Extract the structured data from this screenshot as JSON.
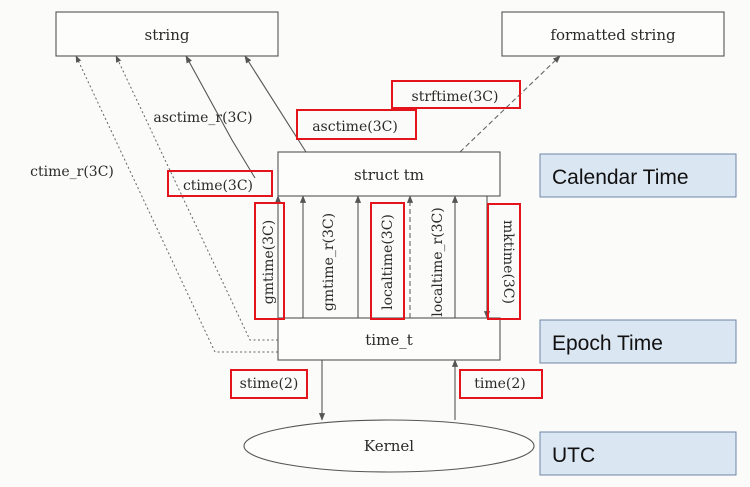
{
  "boxes": {
    "string": "string",
    "formatted_string": "formatted string",
    "struct_tm": "struct tm",
    "time_t": "time_t",
    "kernel": "Kernel"
  },
  "functions": {
    "strftime": "strftime(3C)",
    "asctime": "asctime(3C)",
    "asctime_r": "asctime_r(3C)",
    "ctime": "ctime(3C)",
    "ctime_r": "ctime_r(3C)",
    "gmtime": "gmtime(3C)",
    "gmtime_r": "gmtime_r(3C)",
    "localtime": "localtime(3C)",
    "localtime_r": "localtime_r(3C)",
    "mktime": "mktime(3C)",
    "stime": "stime(2)",
    "time": "time(2)"
  },
  "layers": {
    "calendar": "Calendar Time",
    "epoch": "Epoch Time",
    "utc": "UTC"
  },
  "colors": {
    "highlight": "#e3141b",
    "layer_fill": "#dbe6f3",
    "layer_border": "#6f86a6"
  }
}
